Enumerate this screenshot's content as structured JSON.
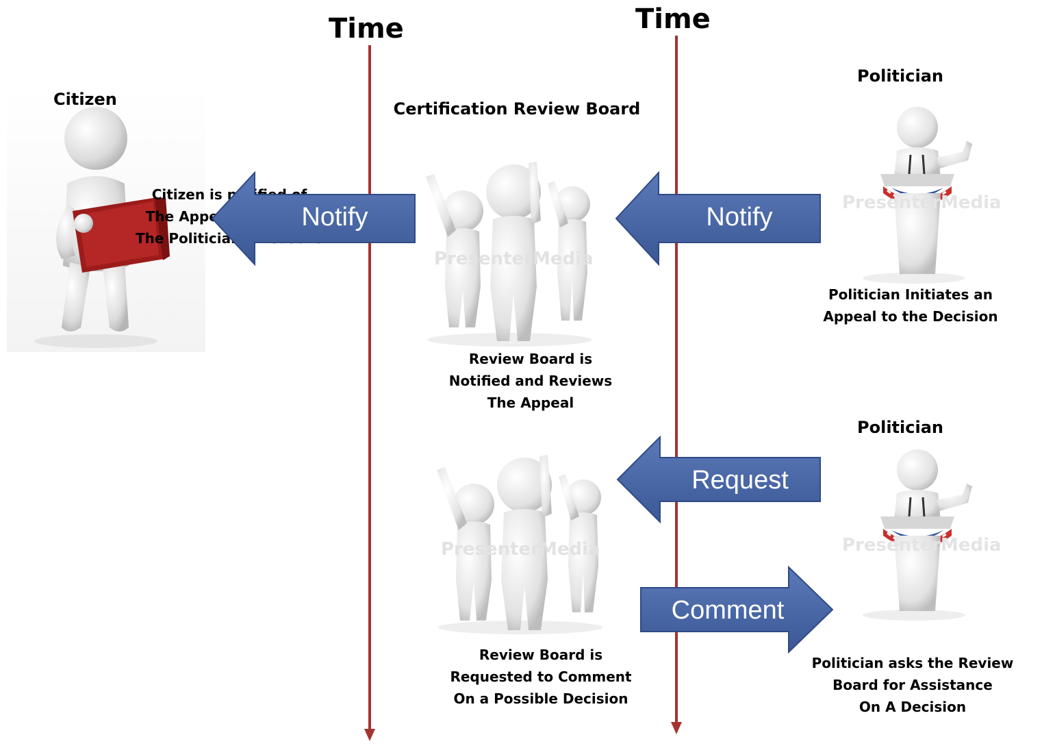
{
  "timelines": [
    {
      "label": "Time"
    },
    {
      "label": "Time"
    }
  ],
  "actors": {
    "citizen": "Citizen",
    "board": "Certification Review Board",
    "politician_top": "Politician",
    "politician_bottom": "Politician"
  },
  "arrows": {
    "notify_left": "Notify",
    "notify_right": "Notify",
    "request": "Request",
    "comment": "Comment"
  },
  "captions": {
    "citizen": [
      "Citizen is notified of",
      "The Appeal and given",
      "The Politician’s Reasons"
    ],
    "board_top": [
      "Review Board is",
      "Notified and Reviews",
      "The Appeal"
    ],
    "politician_top": [
      "Politician Initiates an",
      "Appeal to the Decision"
    ],
    "board_bottom": [
      "Review Board is",
      "Requested to Comment",
      "On a Possible Decision"
    ],
    "politician_bottom": [
      "Politician asks the Review",
      "Board for Assistance",
      "On A Decision"
    ]
  },
  "watermark": "PresenterMedia",
  "colors": {
    "timeline": "#a5332f",
    "arrow_fill": "#4a67a8",
    "arrow_edge": "#2f4a86",
    "book": "#9c1b1b",
    "podium_stripe": "#c8302e",
    "podium_blue": "#2c4f9e"
  }
}
